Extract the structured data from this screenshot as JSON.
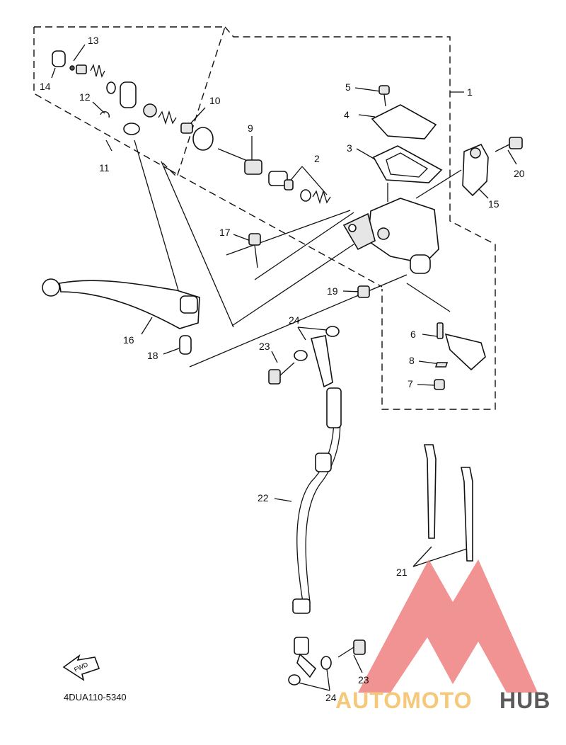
{
  "diagram": {
    "code": "4DUA110-5340",
    "fwd_label": "FWD",
    "part_labels": [
      "1",
      "2",
      "3",
      "4",
      "5",
      "6",
      "7",
      "8",
      "9",
      "10",
      "11",
      "12",
      "13",
      "14",
      "15",
      "16",
      "17",
      "18",
      "19",
      "20",
      "21",
      "22",
      "23",
      "23",
      "24",
      "24"
    ]
  },
  "watermark": {
    "text_a": "AUTOMOTO",
    "text_b": "HUB",
    "color_a": "#f5c87a",
    "color_b": "#5a5a5a",
    "logo_color": "#f08080"
  }
}
